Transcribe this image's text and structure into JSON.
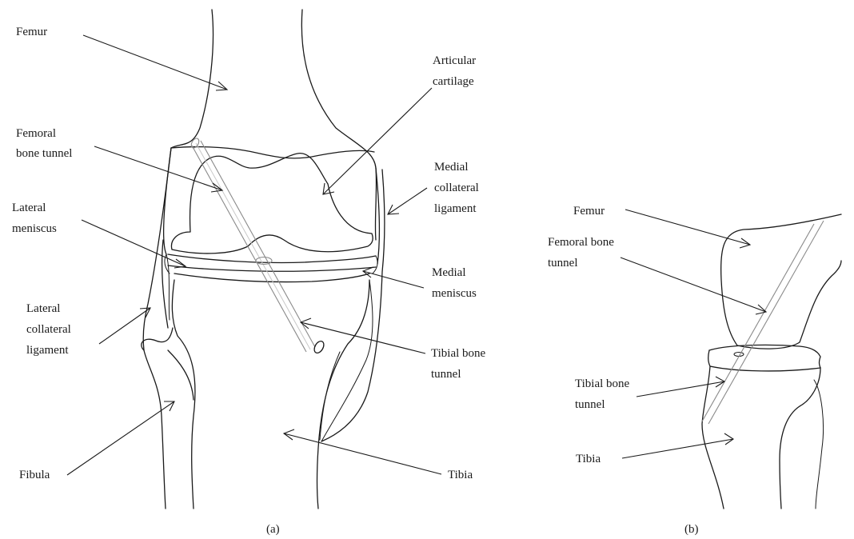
{
  "panel_a": {
    "caption": "(a)",
    "labels": {
      "femur": "Femur",
      "articular_cartilage": [
        "Articular",
        "cartilage"
      ],
      "femoral_bone_tunnel": [
        "Femoral",
        "bone tunnel"
      ],
      "medial_collateral_ligament": [
        "Medial",
        "collateral",
        "ligament"
      ],
      "lateral_meniscus": [
        "Lateral",
        "meniscus"
      ],
      "medial_meniscus": [
        "Medial",
        "meniscus"
      ],
      "lateral_collateral_ligament": [
        "Lateral",
        "collateral",
        "ligament"
      ],
      "tibial_bone_tunnel": [
        "Tibial bone",
        "tunnel"
      ],
      "fibula": "Fibula",
      "tibia": "Tibia"
    }
  },
  "panel_b": {
    "caption": "(b)",
    "labels": {
      "femur": "Femur",
      "femoral_bone_tunnel": [
        "Femoral bone",
        "tunnel"
      ],
      "tibial_bone_tunnel": [
        "Tibial bone",
        "tunnel"
      ],
      "tibia": "Tibia"
    }
  }
}
